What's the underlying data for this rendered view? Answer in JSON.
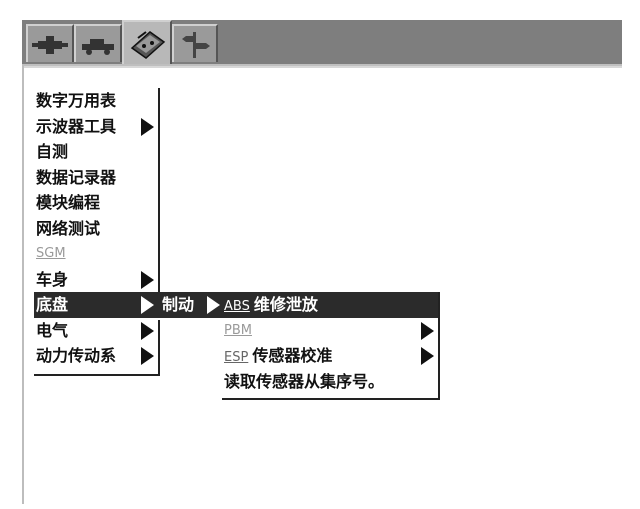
{
  "tabs": [
    {
      "icon": "plug-icon"
    },
    {
      "icon": "car-icon"
    },
    {
      "icon": "toolbox-icon",
      "active": true
    },
    {
      "icon": "signpost-icon"
    }
  ],
  "main_menu": {
    "items": [
      {
        "label": "数字万用表"
      },
      {
        "label": "示波器工具",
        "submenu": true
      },
      {
        "label": "自测"
      },
      {
        "label": "数据记录器"
      },
      {
        "label": "模块编程"
      },
      {
        "label": "网络测试"
      },
      {
        "label": "SGM",
        "disabled": true
      },
      {
        "label": "车身",
        "submenu": true
      },
      {
        "label": "底盘",
        "submenu": true,
        "selected": true
      },
      {
        "label": "电气",
        "submenu": true
      },
      {
        "label": "动力传动系",
        "submenu": true
      }
    ]
  },
  "chassis_menu": {
    "items": [
      {
        "label": "制动",
        "submenu": true,
        "selected": true
      }
    ]
  },
  "brake_menu": {
    "items": [
      {
        "prefix": "ABS",
        "label": "维修泄放",
        "selected": true
      },
      {
        "prefix": "PBM",
        "label": "",
        "submenu": true,
        "disabled": true
      },
      {
        "prefix": "ESP",
        "label": "传感器校准",
        "submenu": true
      },
      {
        "prefix": "",
        "label": "读取传感器从集序号。"
      }
    ]
  }
}
